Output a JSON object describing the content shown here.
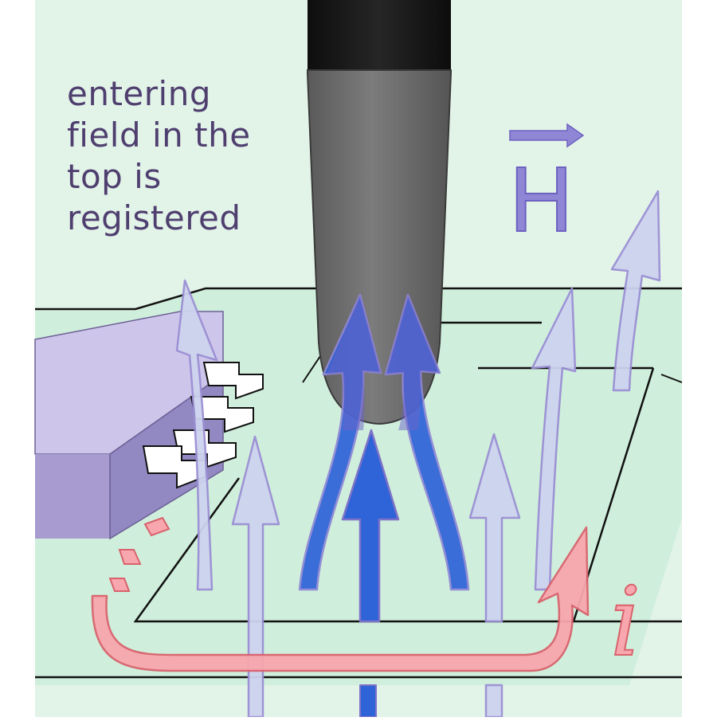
{
  "caption": {
    "lines": [
      "entering",
      "field in the",
      "top is",
      "registered"
    ]
  },
  "labels": {
    "field_symbol": "H",
    "current_symbol": "i"
  },
  "colors": {
    "background": "#e2f3e8",
    "board": "#c9ecd6",
    "chip_top": "#cec6ea",
    "chip_front": "#9a8fc6",
    "probe_handle": "#161616",
    "probe_tip": "#6b6b6b",
    "strong_field": "#2f63d8",
    "weak_field": "#c9cee9",
    "weak_field_outline": "#9b8fd4",
    "current": "#f49aa0",
    "current_outline": "#d9626d",
    "caption_text": "#4f3f6f",
    "symbol": "#8f86d6"
  }
}
